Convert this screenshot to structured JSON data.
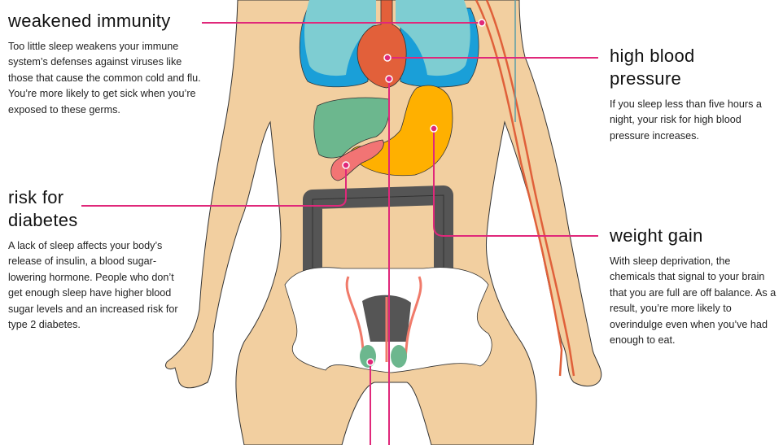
{
  "annotations": {
    "immunity": {
      "title": "weakened immunity",
      "body": "Too little sleep weakens your immune system’s defenses against viruses like those that cause the common cold and flu. You’re more likely to get sick when you’re exposed to these germs."
    },
    "diabetes": {
      "title_line1": "risk for",
      "title_line2": "diabetes",
      "body": "A lack of sleep affects your body’s release of insulin, a blood sugar-lowering hormone. People who don’t get enough sleep have higher blood sugar levels and an increased risk for type 2 diabetes."
    },
    "blood_pressure": {
      "title_line1": "high blood",
      "title_line2": "pressure",
      "body": "If you sleep less than five hours a night, your risk for high blood pressure increases."
    },
    "weight": {
      "title": "weight gain",
      "body": "With sleep deprivation, the chemicals that signal to your brain that you are full are off balance. As a result, you’re more likely to overindulge even when you’ve had enough to eat."
    }
  },
  "colors": {
    "skin": "#f2cfa0",
    "lung": "#7ecdd2",
    "lung_edge": "#1a9fd8",
    "heart": "#e2603a",
    "liver": "#6cb78e",
    "stomach": "#ffb000",
    "pancreas": "#f27474",
    "colon": "#666666",
    "pointer": "#e0287a",
    "vessel": "#e0603a"
  }
}
